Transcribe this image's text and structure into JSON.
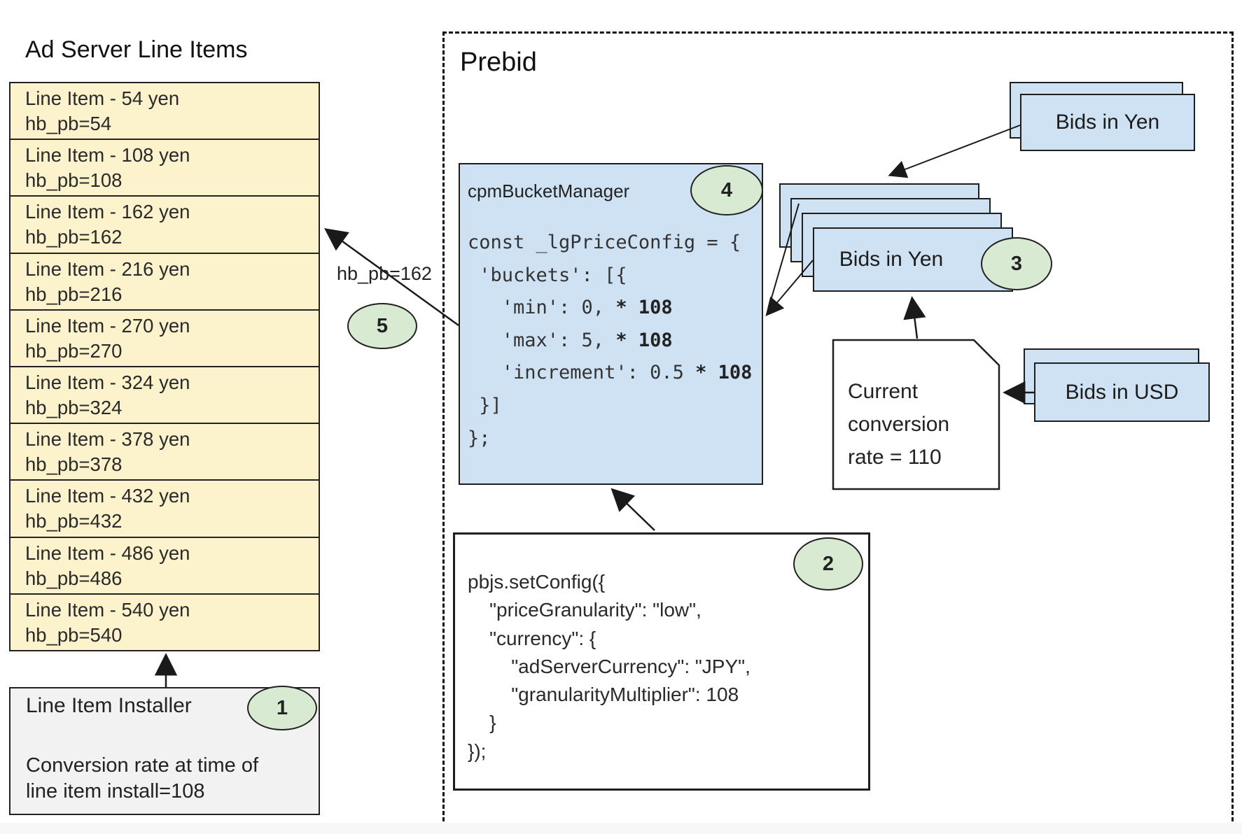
{
  "title": "Ad Server Line Items",
  "ad_server": {
    "line_items": [
      {
        "label": "Line Item - 54 yen",
        "hb_pb": "hb_pb=54"
      },
      {
        "label": "Line Item - 108 yen",
        "hb_pb": "hb_pb=108"
      },
      {
        "label": "Line Item - 162 yen",
        "hb_pb": "hb_pb=162"
      },
      {
        "label": "Line Item - 216 yen",
        "hb_pb": "hb_pb=216"
      },
      {
        "label": "Line Item - 270 yen",
        "hb_pb": "hb_pb=270"
      },
      {
        "label": "Line Item - 324 yen",
        "hb_pb": "hb_pb=324"
      },
      {
        "label": "Line Item - 378 yen",
        "hb_pb": "hb_pb=378"
      },
      {
        "label": "Line Item - 432 yen",
        "hb_pb": "hb_pb=432"
      },
      {
        "label": "Line Item - 486 yen",
        "hb_pb": "hb_pb=486"
      },
      {
        "label": "Line Item - 540 yen",
        "hb_pb": "hb_pb=540"
      }
    ],
    "installer": {
      "title": "Line Item Installer",
      "badge": "1",
      "lines": [
        "Conversion rate at time of",
        "line item install=108"
      ]
    }
  },
  "prebid": {
    "label": "Prebid",
    "cpm_bucket_manager": {
      "title": "cpmBucketManager",
      "badge": "4",
      "code_lines": [
        {
          "pre": "const _lgPriceConfig = {",
          "bold": ""
        },
        {
          "pre": " 'buckets': [{",
          "bold": ""
        },
        {
          "pre": "   'min': 0, ",
          "bold": "* 108"
        },
        {
          "pre": "   'max': 5, ",
          "bold": "* 108"
        },
        {
          "pre": "   'increment': 0.5 ",
          "bold": "* 108"
        },
        {
          "pre": " }]",
          "bold": ""
        },
        {
          "pre": "};",
          "bold": ""
        }
      ]
    },
    "set_config": {
      "badge": "2",
      "code_lines": [
        "pbjs.setConfig({",
        "    \"priceGranularity\": \"low\",",
        "    \"currency\": {",
        "        \"adServerCurrency\": \"JPY\",",
        "        \"granularityMultiplier\": 108",
        "    }",
        "});"
      ]
    }
  },
  "bids_in_yen_top": {
    "label": "Bids in Yen"
  },
  "bids_in_yen_stack": {
    "label": "Bids in Yen",
    "badge": "3"
  },
  "bids_in_usd": {
    "label": "Bids in USD"
  },
  "conversion_note": {
    "lines": [
      "Current",
      "conversion",
      "rate = 110"
    ]
  },
  "arrow_label_hb_pb": "hb_pb=162",
  "badge_5": "5",
  "colors": {
    "card_blue": "#cfe2f3",
    "badge_green": "#d9ead3",
    "row_yellow": "#fcf2cc",
    "installer_gray": "#f2f2f2",
    "border": "#1e1e1e"
  }
}
